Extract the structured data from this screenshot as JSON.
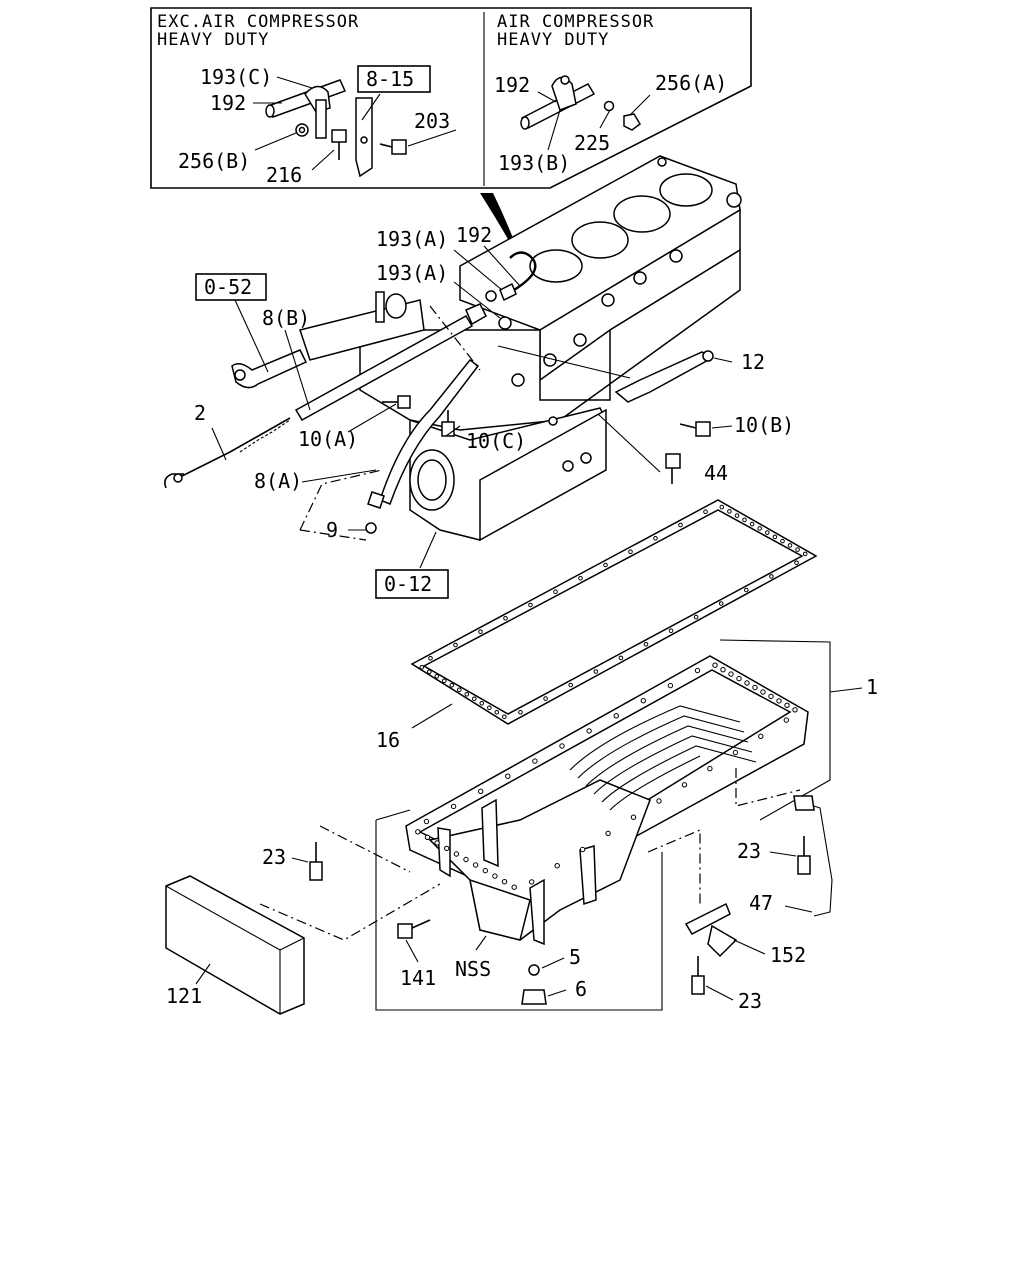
{
  "insets": {
    "left_title_line1": "EXC.AIR COMPRESSOR",
    "left_title_line2": "HEAVY DUTY",
    "right_title_line1": "AIR COMPRESSOR",
    "right_title_line2": "HEAVY DUTY"
  },
  "refs": {
    "r815": "8-15",
    "r052": "0-52",
    "r012": "0-12"
  },
  "labels": {
    "l193c_inset": "193(C)",
    "l192_inset_left": "192",
    "l256b": "256(B)",
    "l216": "216",
    "l203": "203",
    "l192_inset_right": "192",
    "l256a": "256(A)",
    "l225": "225",
    "l193b": "193(B)",
    "l193a_top": "193(A)",
    "l192_main": "192",
    "l193a_mid": "193(A)",
    "l8b": "8(B)",
    "l12": "12",
    "l2": "2",
    "l10a": "10(A)",
    "l10c": "10(C)",
    "l10b": "10(B)",
    "l8a": "8(A)",
    "l44": "44",
    "l9": "9",
    "l1": "1",
    "l16": "16",
    "l23_left": "23",
    "l23_right": "23",
    "l47": "47",
    "l152": "152",
    "l141": "141",
    "lnss": "NSS",
    "l5": "5",
    "l6": "6",
    "l23_bottom": "23",
    "l121": "121"
  }
}
